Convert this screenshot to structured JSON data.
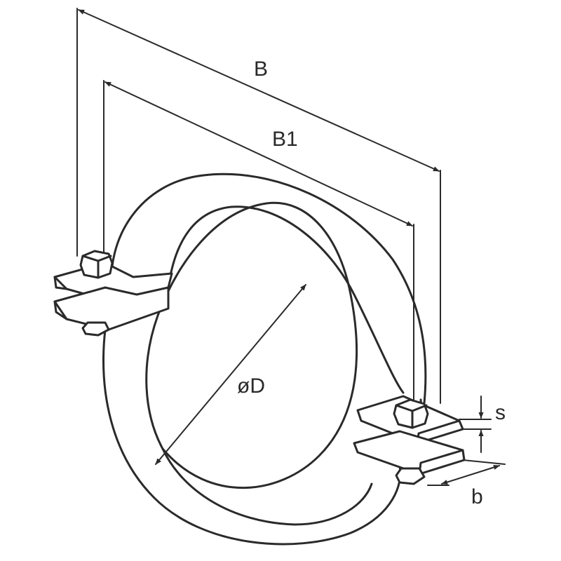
{
  "labels": {
    "overall_width": "B",
    "bolt_spacing": "B1",
    "diameter": "øD",
    "thickness": "s",
    "band_width": "b"
  }
}
